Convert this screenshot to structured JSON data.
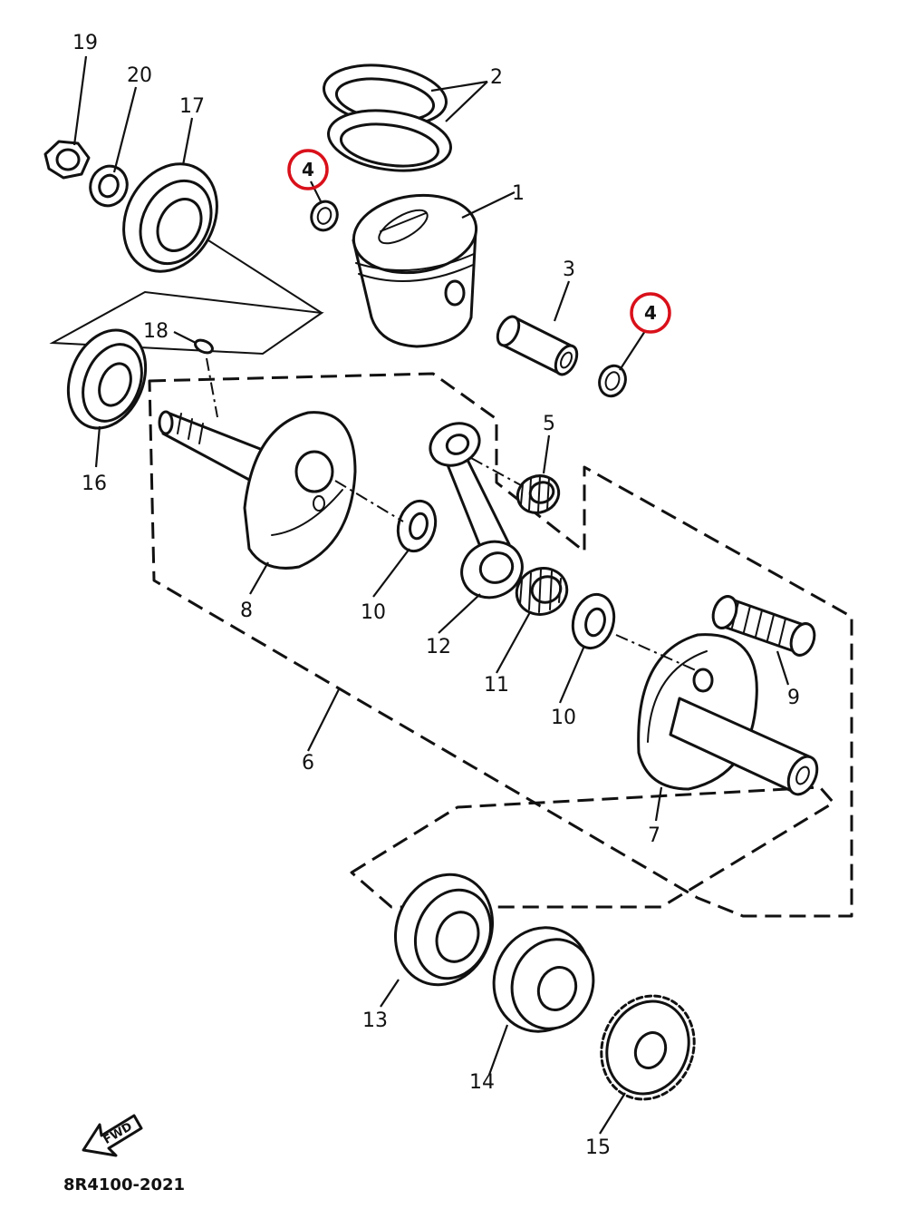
{
  "diagram_code": "8R4100-2021",
  "direction_marker": "FWD",
  "highlight_color": "#d9101a",
  "line_color": "#111111",
  "parts": [
    {
      "key": "p1",
      "label": "1"
    },
    {
      "key": "p2",
      "label": "2"
    },
    {
      "key": "p3",
      "label": "3"
    },
    {
      "key": "p4a",
      "label": "4",
      "highlighted": true
    },
    {
      "key": "p4b",
      "label": "4",
      "highlighted": true
    },
    {
      "key": "p5",
      "label": "5"
    },
    {
      "key": "p6",
      "label": "6"
    },
    {
      "key": "p7",
      "label": "7"
    },
    {
      "key": "p8",
      "label": "8"
    },
    {
      "key": "p9",
      "label": "9"
    },
    {
      "key": "p10a",
      "label": "10"
    },
    {
      "key": "p10b",
      "label": "10"
    },
    {
      "key": "p11",
      "label": "11"
    },
    {
      "key": "p12",
      "label": "12"
    },
    {
      "key": "p13",
      "label": "13"
    },
    {
      "key": "p14",
      "label": "14"
    },
    {
      "key": "p15",
      "label": "15"
    },
    {
      "key": "p16",
      "label": "16"
    },
    {
      "key": "p17",
      "label": "17"
    },
    {
      "key": "p18",
      "label": "18"
    },
    {
      "key": "p19",
      "label": "19"
    },
    {
      "key": "p20",
      "label": "20"
    }
  ]
}
